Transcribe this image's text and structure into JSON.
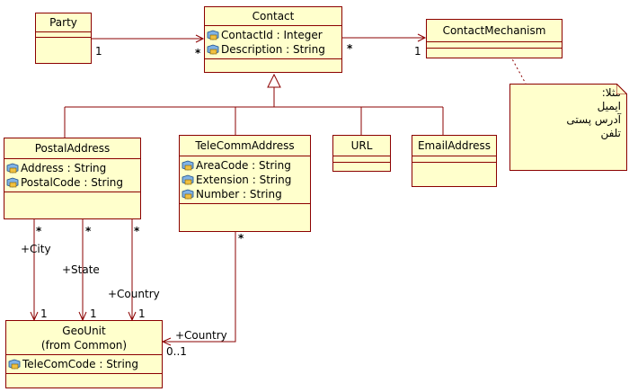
{
  "classes": {
    "party": {
      "name": "Party"
    },
    "contact": {
      "name": "Contact",
      "attrs": [
        "ContactId : Integer",
        "Description : String"
      ]
    },
    "contact_mechanism": {
      "name": "ContactMechanism"
    },
    "postal_address": {
      "name": "PostalAddress",
      "attrs": [
        "Address : String",
        "PostalCode : String"
      ]
    },
    "telecomm_address": {
      "name": "TeleCommAddress",
      "attrs": [
        "AreaCode : String",
        "Extension : String",
        "Number : String"
      ]
    },
    "url": {
      "name": "URL"
    },
    "email_address": {
      "name": "EmailAddress"
    },
    "geo_unit": {
      "name": "GeoUnit",
      "subtitle": "(from Common)",
      "attrs": [
        "TeleComCode : String"
      ]
    }
  },
  "note": {
    "lines": [
      "مثلا:",
      "ایمیل",
      "آدرس پستی",
      "تلفن"
    ]
  },
  "labels": {
    "party_contact_src": "1",
    "party_contact_dst": "*",
    "contact_mech_src": "*",
    "contact_mech_dst": "1",
    "city_src": "*",
    "city_role": "+City",
    "city_dst": "1",
    "state_src": "*",
    "state_role": "+State",
    "state_dst": "1",
    "country_src": "*",
    "country_role": "+Country",
    "country_dst": "1",
    "tele_src": "*",
    "tele_role": "+Country",
    "tele_dst": "0..1"
  },
  "colors": {
    "fill": "#ffffcc",
    "border": "#8b0000",
    "line": "#8b0000"
  }
}
